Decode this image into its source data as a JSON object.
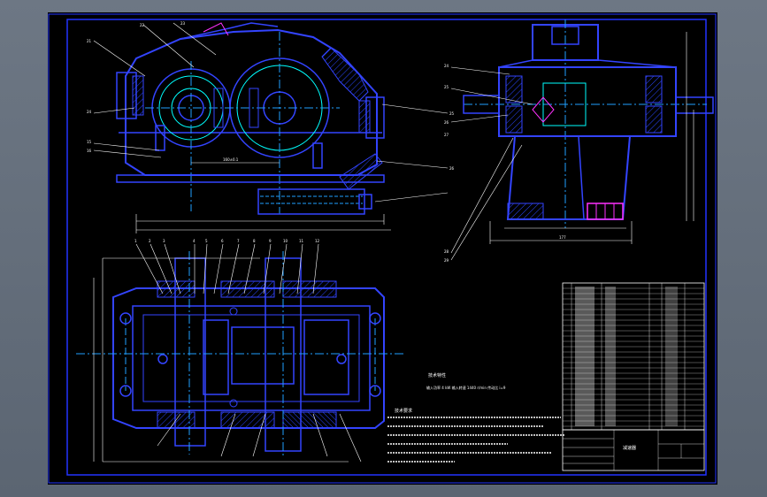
{
  "colors": {
    "background": "#000000",
    "frame": "#2233ff",
    "body_line": "#3344ff",
    "center_line": "#20a0ff",
    "dimension": "#ffffff",
    "gear_outline": "#00ffff",
    "hatch": "#2040ff",
    "accent": "#ff30ff",
    "leader": "#ffffff"
  },
  "front_view": {
    "part_numbers": [
      "21",
      "22",
      "23",
      "24",
      "25",
      "26",
      "15",
      "16"
    ],
    "dimension_values": [
      "160±0.1"
    ]
  },
  "side_view": {
    "part_numbers": [
      "24",
      "25",
      "26",
      "27",
      "28",
      "29"
    ],
    "dimension_values": [
      "177"
    ]
  },
  "plan_view": {
    "top_numbers": [
      "1",
      "2",
      "3",
      "4",
      "5",
      "6",
      "7",
      "8",
      "9",
      "10",
      "11",
      "12"
    ]
  },
  "tech_requirements": {
    "title": "技术特性",
    "subtitle": "输入功率 4 kW 输入转速 1440 r/min 传动比 i=9",
    "notes_title": "技术要求"
  },
  "title_block": {
    "drawing_title": "减速器"
  }
}
